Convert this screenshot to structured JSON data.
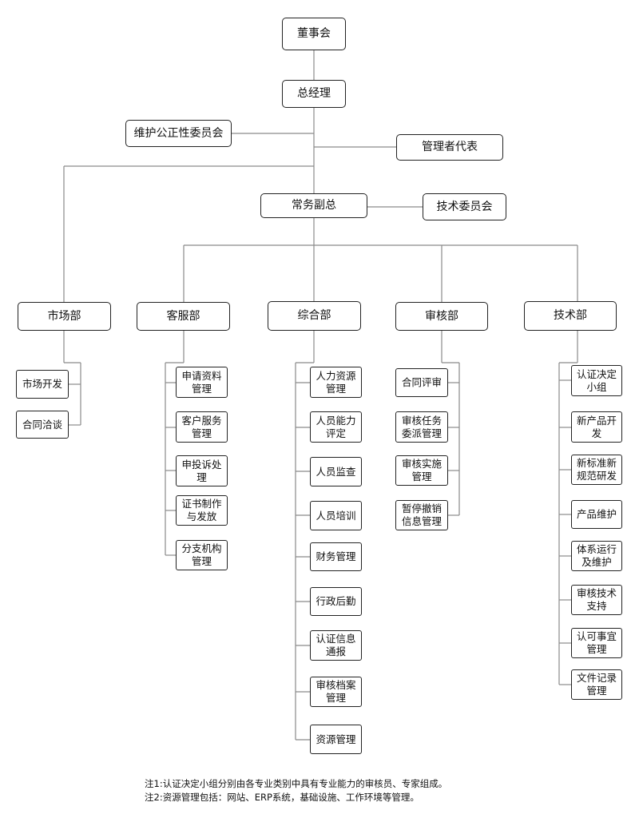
{
  "top": {
    "board": "董事会",
    "gm": "总经理",
    "impartiality": "维护公正性委员会",
    "mgmt_rep": "管理者代表",
    "vice": "常务副总",
    "tech_committee": "技术委员会"
  },
  "departments": {
    "market": {
      "title": "市场部",
      "items": [
        "市场开发",
        "合同洽谈"
      ]
    },
    "service": {
      "title": "客服部",
      "items": [
        "申请资料\n管理",
        "客户服务\n管理",
        "申投诉处\n理",
        "证书制作\n与发放",
        "分支机构\n管理"
      ]
    },
    "general": {
      "title": "综合部",
      "items": [
        "人力资源\n管理",
        "人员能力\n评定",
        "人员监查",
        "人员培训",
        "财务管理",
        "行政后勤",
        "认证信息\n通报",
        "审核档案\n管理",
        "资源管理"
      ]
    },
    "audit": {
      "title": "审核部",
      "items": [
        "合同评审",
        "审核任务\n委派管理",
        "审核实施\n管理",
        "暂停撤销\n信息管理"
      ]
    },
    "tech": {
      "title": "技术部",
      "items": [
        "认证决定\n小组",
        "新产品开\n发",
        "新标准新\n规范研发",
        "产品维护",
        "体系运行\n及维护",
        "审核技术\n支持",
        "认可事宜\n管理",
        "文件记录\n管理"
      ]
    }
  },
  "notes": {
    "note1": "注1:认证决定小组分别由各专业类别中具有专业能力的审核员、专家组成。",
    "note2": "注2:资源管理包括：网站、ERP系统，基础设施、工作环境等管理。"
  }
}
